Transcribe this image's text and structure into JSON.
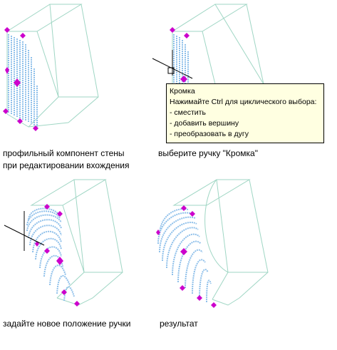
{
  "captions": {
    "panel1_line1": "профильный компонент стены",
    "panel1_line2": "при редактировании вхождения",
    "panel2": "выберите ручку \"Кромка\"",
    "panel3": "задайте новое положение ручки",
    "panel4": "результат"
  },
  "tooltip": {
    "title": "Кромка",
    "lines": [
      "Нажимайте Ctrl для циклического выбора:",
      "- сместить",
      "- добавить вершину",
      "- преобразовать в дугу"
    ]
  },
  "colors": {
    "frame": "#9fd6c4",
    "profile": "#8fc0ea",
    "grip": "#cc00cc",
    "tooltip_bg": "#ffffe1"
  },
  "icons": {
    "grip": "magenta-diamond-grip",
    "cursor": "crosshair-cursor",
    "selection_box": "square-pickbox"
  }
}
